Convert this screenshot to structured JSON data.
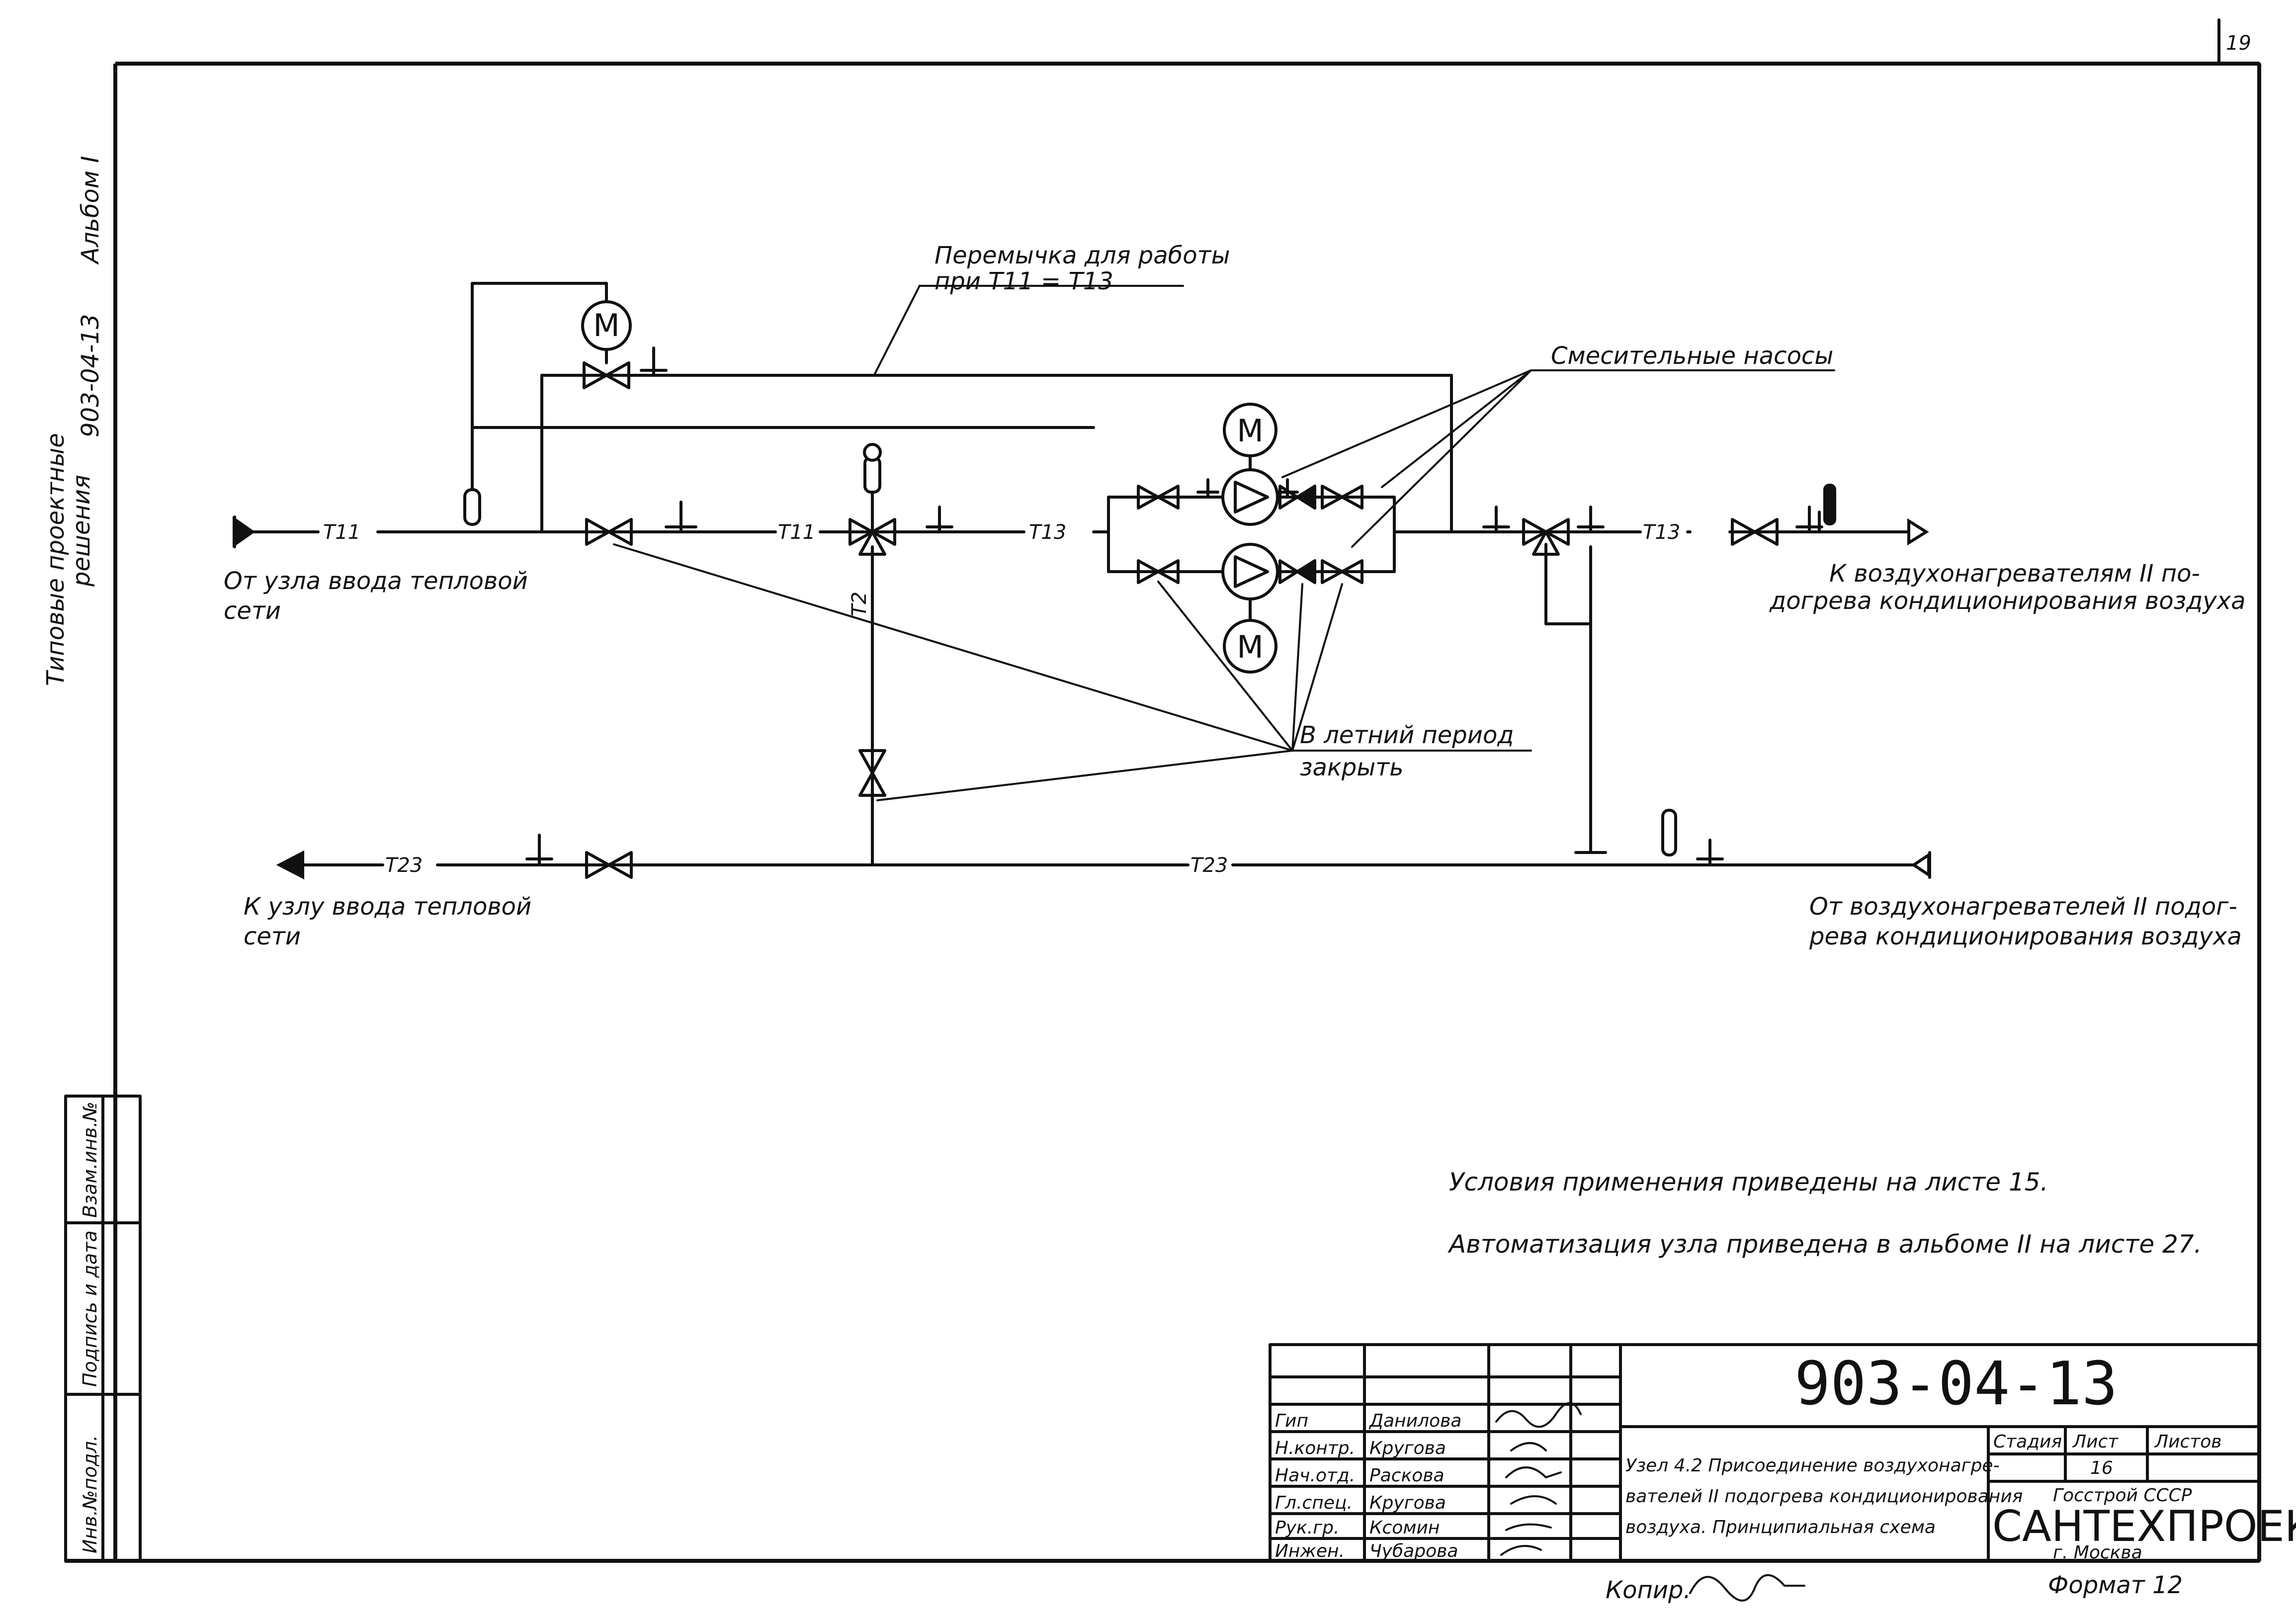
{
  "sheet": {
    "page_number": "19",
    "side_title": {
      "line1": "Типовые проектные",
      "line2": "решения",
      "code": "903-04-13",
      "album": "Альбом I"
    },
    "side_stamp": {
      "c1": "Инв.№подл.",
      "c2": "Подпись и дата",
      "c3": "Взам.инв.№"
    }
  },
  "diagram": {
    "pipes": {
      "t11": "Т11",
      "t13": "Т13",
      "t23": "Т23",
      "t2": "Т2"
    },
    "motor_letter": "М",
    "labels": {
      "bypass_line1": "Перемычка для работы",
      "bypass_line2": "при Т11 = Т13",
      "mixing_pumps": "Смесительные насосы",
      "summer_line1": "В летний период",
      "summer_line2": "закрыть",
      "from_network_line1": "От узла ввода тепловой",
      "from_network_line2": "сети",
      "to_heaters_line1": "К воздухонагревателям II по-",
      "to_heaters_line2": "догрева кондиционирования воздуха",
      "to_network_line1": "К узлу ввода тепловой",
      "to_network_line2": "сети",
      "from_heaters_line1": "От воздухонагревателей II подог-",
      "from_heaters_line2": "рева кондиционирования воздуха"
    }
  },
  "notes": {
    "line1": "Условия применения приведены на листе 15.",
    "line2": "Автоматизация узла приведена в альбоме II на листе 27."
  },
  "title_block": {
    "doc_code": "903-04-13",
    "roles": [
      {
        "role": "Гип",
        "name": "Данилова"
      },
      {
        "role": "Н.контр.",
        "name": "Кругова"
      },
      {
        "role": "Нач.отд.",
        "name": "Раскова"
      },
      {
        "role": "Гл.спец.",
        "name": "Кругова"
      },
      {
        "role": "Рук.гр.",
        "name": "Ксомин"
      },
      {
        "role": "Инжен.",
        "name": "Чубарова"
      }
    ],
    "title_line1": "Узел 4.2 Присоединение воздухонагре-",
    "title_line2": "вателей II подогрева кондиционирования",
    "title_line3": "воздуха. Принципиальная схема",
    "stage_label": "Стадия",
    "sheet_label": "Лист",
    "sheets_label": "Листов",
    "sheet_value": "16",
    "org_line1": "Госстрой СССР",
    "org_line2": "САНТЕХПРОЕКТ",
    "org_line3": "г. Москва",
    "copied_label": "Копир.",
    "format_label": "Формат 12"
  }
}
